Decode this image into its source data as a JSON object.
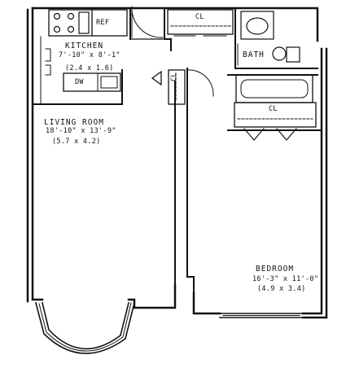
{
  "rooms": {
    "kitchen": {
      "name": "KITCHEN",
      "dims_imperial": "7'-10\" x 8'-1\"",
      "dims_metric": "(2.4 x 1.6)"
    },
    "living_room": {
      "name": "LIVING ROOM",
      "dims_imperial": "18'-10\" x 13'-9\"",
      "dims_metric": "(5.7 x 4.2)"
    },
    "bedroom": {
      "name": "BEDROOM",
      "dims_imperial": "16'-3\" x 11'-0\"",
      "dims_metric": "(4.9 x 3.4)"
    }
  },
  "fixtures": {
    "refrigerator": "REF",
    "dishwasher": "DW",
    "bath": "BATH",
    "closet_top": "CL",
    "closet_bedroom": "CL",
    "closet_hall": "CL"
  }
}
